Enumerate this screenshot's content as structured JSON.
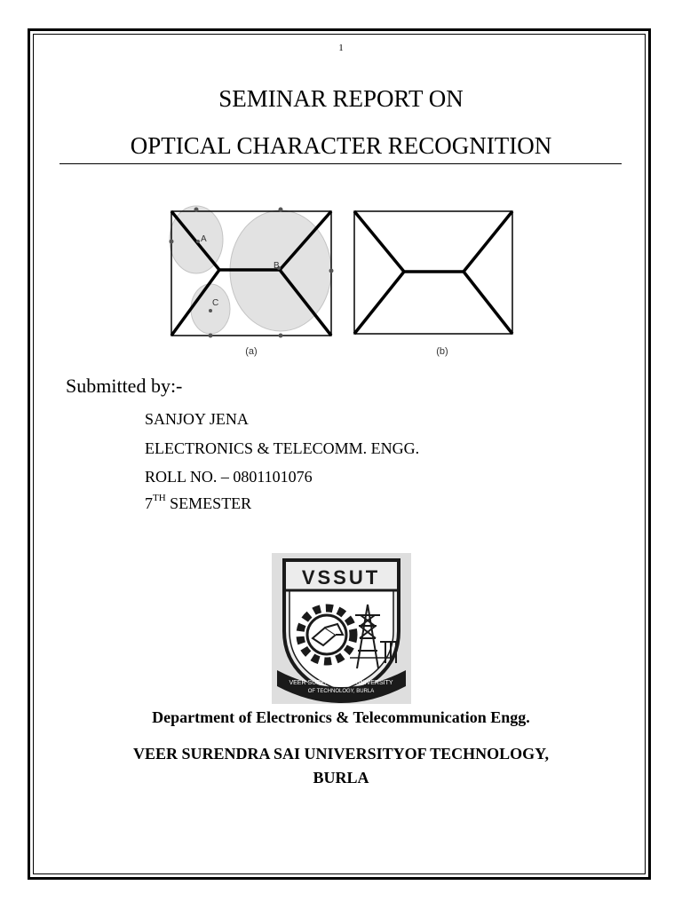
{
  "page_number": "1",
  "title": {
    "line1": "SEMINAR REPORT ON",
    "line2": "OPTICAL CHARACTER RECOGNITION"
  },
  "figure": {
    "label_a": "(a)",
    "label_b": "(b)",
    "point_a": "A",
    "point_b": "B",
    "point_c": "C"
  },
  "submission": {
    "heading": "Submitted by:-",
    "name": "SANJOY JENA",
    "branch": "ELECTRONICS & TELECOMM. ENGG.",
    "roll": "ROLL NO. – 0801101076",
    "semester_number": "7",
    "semester_suffix": "TH",
    "semester_word": " SEMESTER"
  },
  "logo": {
    "acronym": "VSSUT",
    "ribbon_line1": "VEER SURENDRA SAI UNIVERSITY",
    "ribbon_line2": "OF TECHNOLOGY, BURLA"
  },
  "footer": {
    "department": "Department of Electronics & Telecommunication Engg.",
    "university_line1": "VEER SURENDRA SAI UNIVERSITYOF TECHNOLOGY,",
    "university_line2": "BURLA"
  }
}
